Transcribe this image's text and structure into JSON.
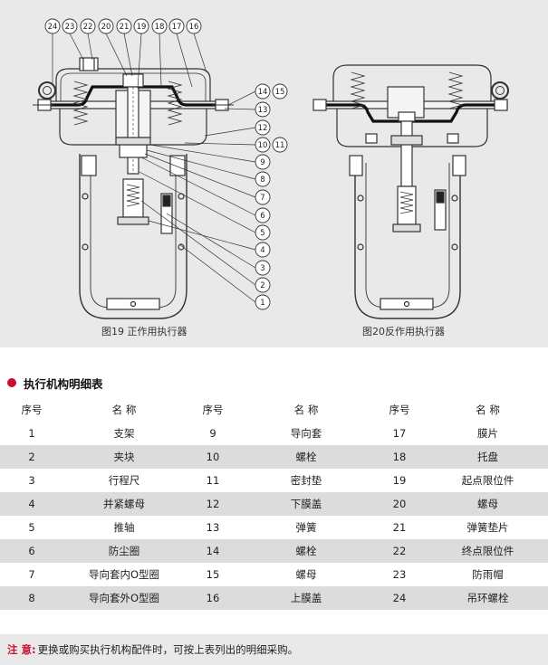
{
  "figures": {
    "left_caption": "图19 正作用执行器",
    "right_caption": "图20反作用执行器",
    "callouts_top": [
      "24",
      "23",
      "22",
      "20",
      "21",
      "19",
      "18",
      "17",
      "16"
    ],
    "callouts_right": [
      "14",
      "15",
      "13",
      "12",
      "10",
      "11",
      "9",
      "8",
      "7",
      "6",
      "5",
      "4",
      "3",
      "2",
      "1"
    ]
  },
  "section": {
    "title": "执行机构明细表"
  },
  "table": {
    "headers": [
      "序号",
      "名 称",
      "序号",
      "名 称",
      "序号",
      "名 称"
    ],
    "rows": [
      [
        "1",
        "支架",
        "9",
        "导向套",
        "17",
        "膜片"
      ],
      [
        "2",
        "夹块",
        "10",
        "螺栓",
        "18",
        "托盘"
      ],
      [
        "3",
        "行程尺",
        "11",
        "密封垫",
        "19",
        "起点限位件"
      ],
      [
        "4",
        "并紧螺母",
        "12",
        "下膜盖",
        "20",
        "螺母"
      ],
      [
        "5",
        "推轴",
        "13",
        "弹簧",
        "21",
        "弹簧垫片"
      ],
      [
        "6",
        "防尘圈",
        "14",
        "螺栓",
        "22",
        "终点限位件"
      ],
      [
        "7",
        "导向套内O型圈",
        "15",
        "螺母",
        "23",
        "防雨帽"
      ],
      [
        "8",
        "导向套外O型圈",
        "16",
        "上膜盖",
        "24",
        "吊环螺栓"
      ]
    ]
  },
  "note": {
    "label": "注 意:",
    "text": "更换或购买执行机构配件时，可按上表列出的明细采购。"
  },
  "colors": {
    "accent": "#c8102e",
    "panel": "#e9e9e9",
    "row_alt": "#dcdcdc"
  }
}
